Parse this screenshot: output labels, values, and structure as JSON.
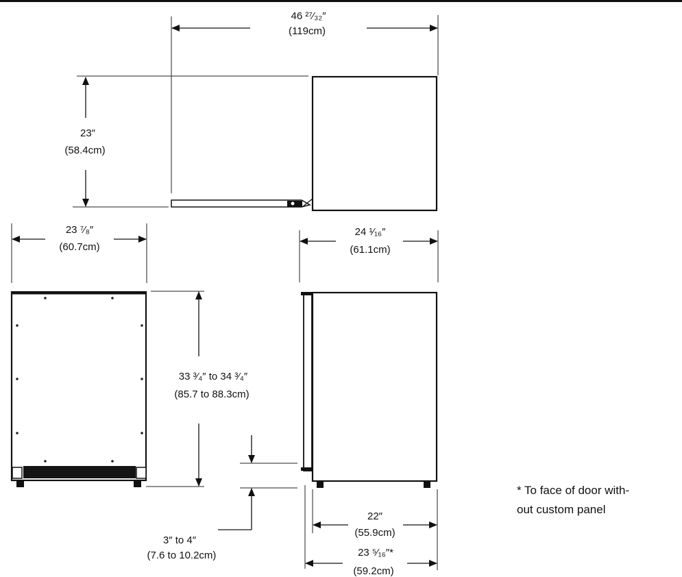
{
  "labels": {
    "overall_depth_door_open": "46 ²⁷⁄₃₂″",
    "overall_depth_door_open_metric": "(119cm)",
    "cabinet_depth_top": "23″",
    "cabinet_depth_top_metric": "(58.4cm)",
    "front_width": "23 ⁷⁄₈″",
    "front_width_metric": "(60.7cm)",
    "side_depth": "24 ¹⁄₁₆″",
    "side_depth_metric": "(61.1cm)",
    "height": "33 ³⁄₄″ to 34 ³⁄₄″",
    "height_metric": "(85.7 to 88.3cm)",
    "toe_kick": "3″ to 4″",
    "toe_kick_metric": "(7.6 to 10.2cm)",
    "cabinet_depth_side": "22″",
    "cabinet_depth_side_metric": "(55.9cm)",
    "depth_to_door": "23 ⁵⁄₁₆″*",
    "depth_to_door_metric": "(59.2cm)"
  },
  "note": {
    "line1": "* To face of door with-",
    "line2": "out custom panel"
  },
  "colors": {
    "line": "#111111",
    "grille": "#151515",
    "background": "#ffffff"
  }
}
